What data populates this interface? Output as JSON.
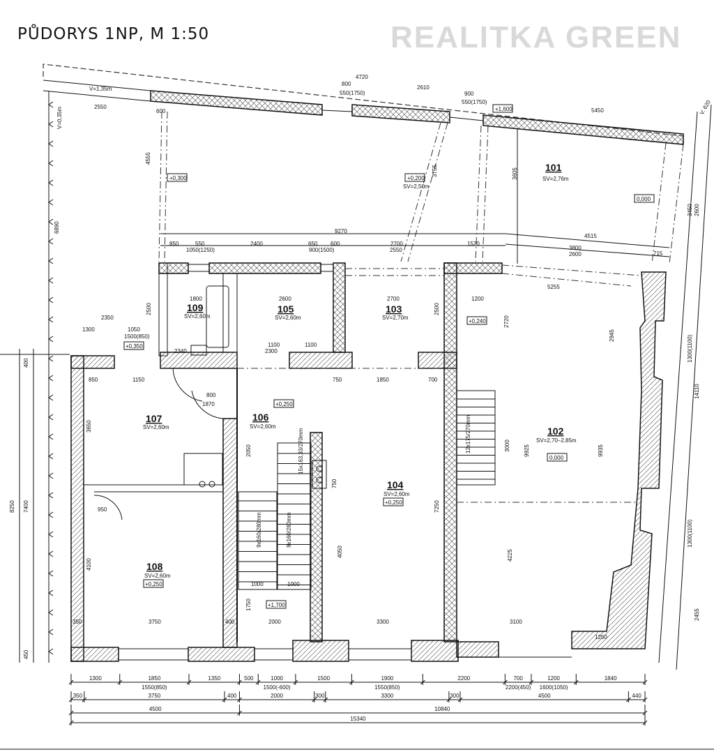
{
  "title": "PŮDORYS 1NP, M 1:50",
  "watermark": "REALITKA GREEN",
  "rooms": [
    {
      "number": "101",
      "height": "SV=2,76m",
      "level": "0,000"
    },
    {
      "number": "102",
      "height": "SV=2,70–2,85m",
      "level": "0,000"
    },
    {
      "number": "103",
      "height": "SV=2,70m"
    },
    {
      "number": "104",
      "height": "SV=2,60m",
      "level": "+0,250"
    },
    {
      "number": "105",
      "height": "SV=2,60m"
    },
    {
      "number": "106",
      "height": "SV=2,60m",
      "level": "+0,250"
    },
    {
      "number": "107",
      "height": "SV=2,60m"
    },
    {
      "number": "108",
      "height": "SV=2,60m",
      "level": "+0,250"
    },
    {
      "number": "109",
      "height": "SV=2,60m"
    }
  ],
  "levels": {
    "terrace_left": "+0,300",
    "terrace_mid": "+0,200",
    "terrace_mid_height": "SV=2,50m",
    "terrace_right": "+1,600",
    "stair_102": "+0,240",
    "landing_106": "+1,700",
    "entrance": "+0,350"
  },
  "dimensions": {
    "row1": [
      1300,
      1850,
      1350,
      500,
      1000,
      1500,
      1900,
      2200,
      700,
      1200,
      1840
    ],
    "row1_sub": [
      "",
      "1550(850)",
      "",
      "",
      "1500(-600)",
      "",
      "1550(850)",
      "",
      "2200(450)",
      "1600(1050)",
      ""
    ],
    "row2": [
      350,
      3750,
      400,
      2000,
      300,
      3300,
      300,
      4500,
      440
    ],
    "row3": [
      4500,
      10840
    ],
    "row4": [
      15340
    ]
  },
  "annotations": [
    "4720",
    "800",
    "550(1750)",
    "2610",
    "900",
    "550(1750)",
    "5450",
    "V=1,35m",
    "2550",
    "600",
    "V=0,35m",
    "4555",
    "3755",
    "3605",
    "6890",
    "9270",
    "4515",
    "850",
    "550",
    "2400",
    "650",
    "600",
    "2700",
    "1520",
    "3800",
    "2600",
    "715",
    "1050(1250)",
    "900(1500)",
    "2550",
    "5255",
    "1800",
    "2600",
    "2700",
    "1200",
    "2350",
    "1300",
    "1050",
    "1500(850)",
    "2340",
    "2300",
    "850",
    "1150",
    "750",
    "1850",
    "700",
    "1870",
    "800",
    "3000",
    "9925",
    "9935",
    "7250",
    "4050",
    "4225",
    "3650",
    "4100",
    "2050",
    "1750",
    "2000",
    "3300",
    "3750",
    "3100",
    "350",
    "400",
    "1000",
    "1000",
    "8250",
    "7400",
    "400",
    "450",
    "14110",
    "2455",
    "3450",
    "2600",
    "1300(1100)",
    "1300(1100)",
    "15x163,33/270mm",
    "9x160/280mm",
    "9x160/280mm",
    "12x175/270mm",
    "950",
    "1250",
    "V. 620",
    "2500",
    "2500",
    "2720",
    "2945",
    "1100",
    "1100",
    "750"
  ]
}
